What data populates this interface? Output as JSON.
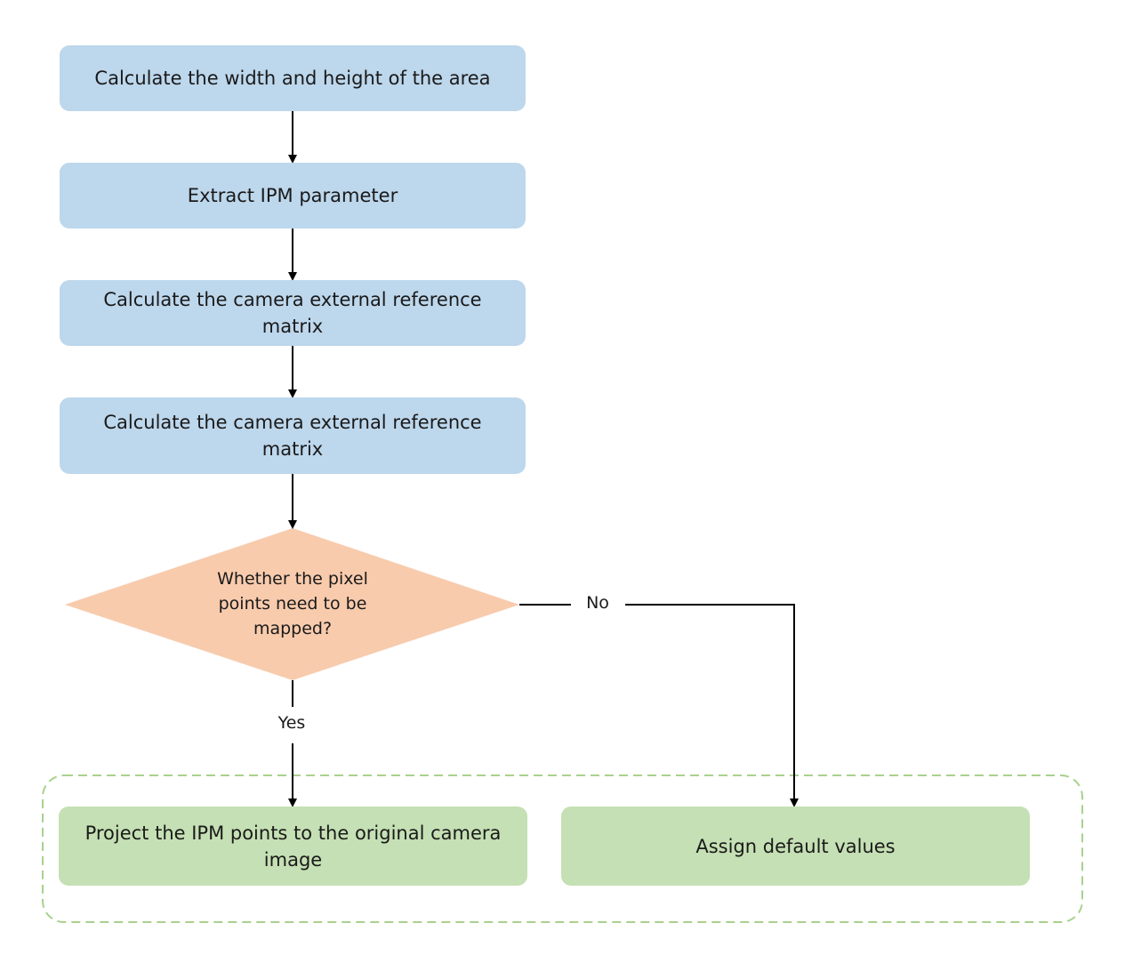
{
  "flowchart": {
    "steps": [
      "Calculate the width and height of the area",
      "Extract IPM parameter",
      "Calculate the camera external reference matrix",
      "Calculate the camera external reference matrix"
    ],
    "decision": "Whether the pixel points need to be mapped?",
    "yes_label": "Yes",
    "no_label": "No",
    "yes_outcome": "Project the IPM points to the original camera image",
    "no_outcome": "Assign default values"
  },
  "colors": {
    "process_fill": "#bdd7ec",
    "decision_fill": "#f8cbad",
    "outcome_fill": "#c5e0b4",
    "group_border": "#a9d18e",
    "arrow": "#000000"
  }
}
